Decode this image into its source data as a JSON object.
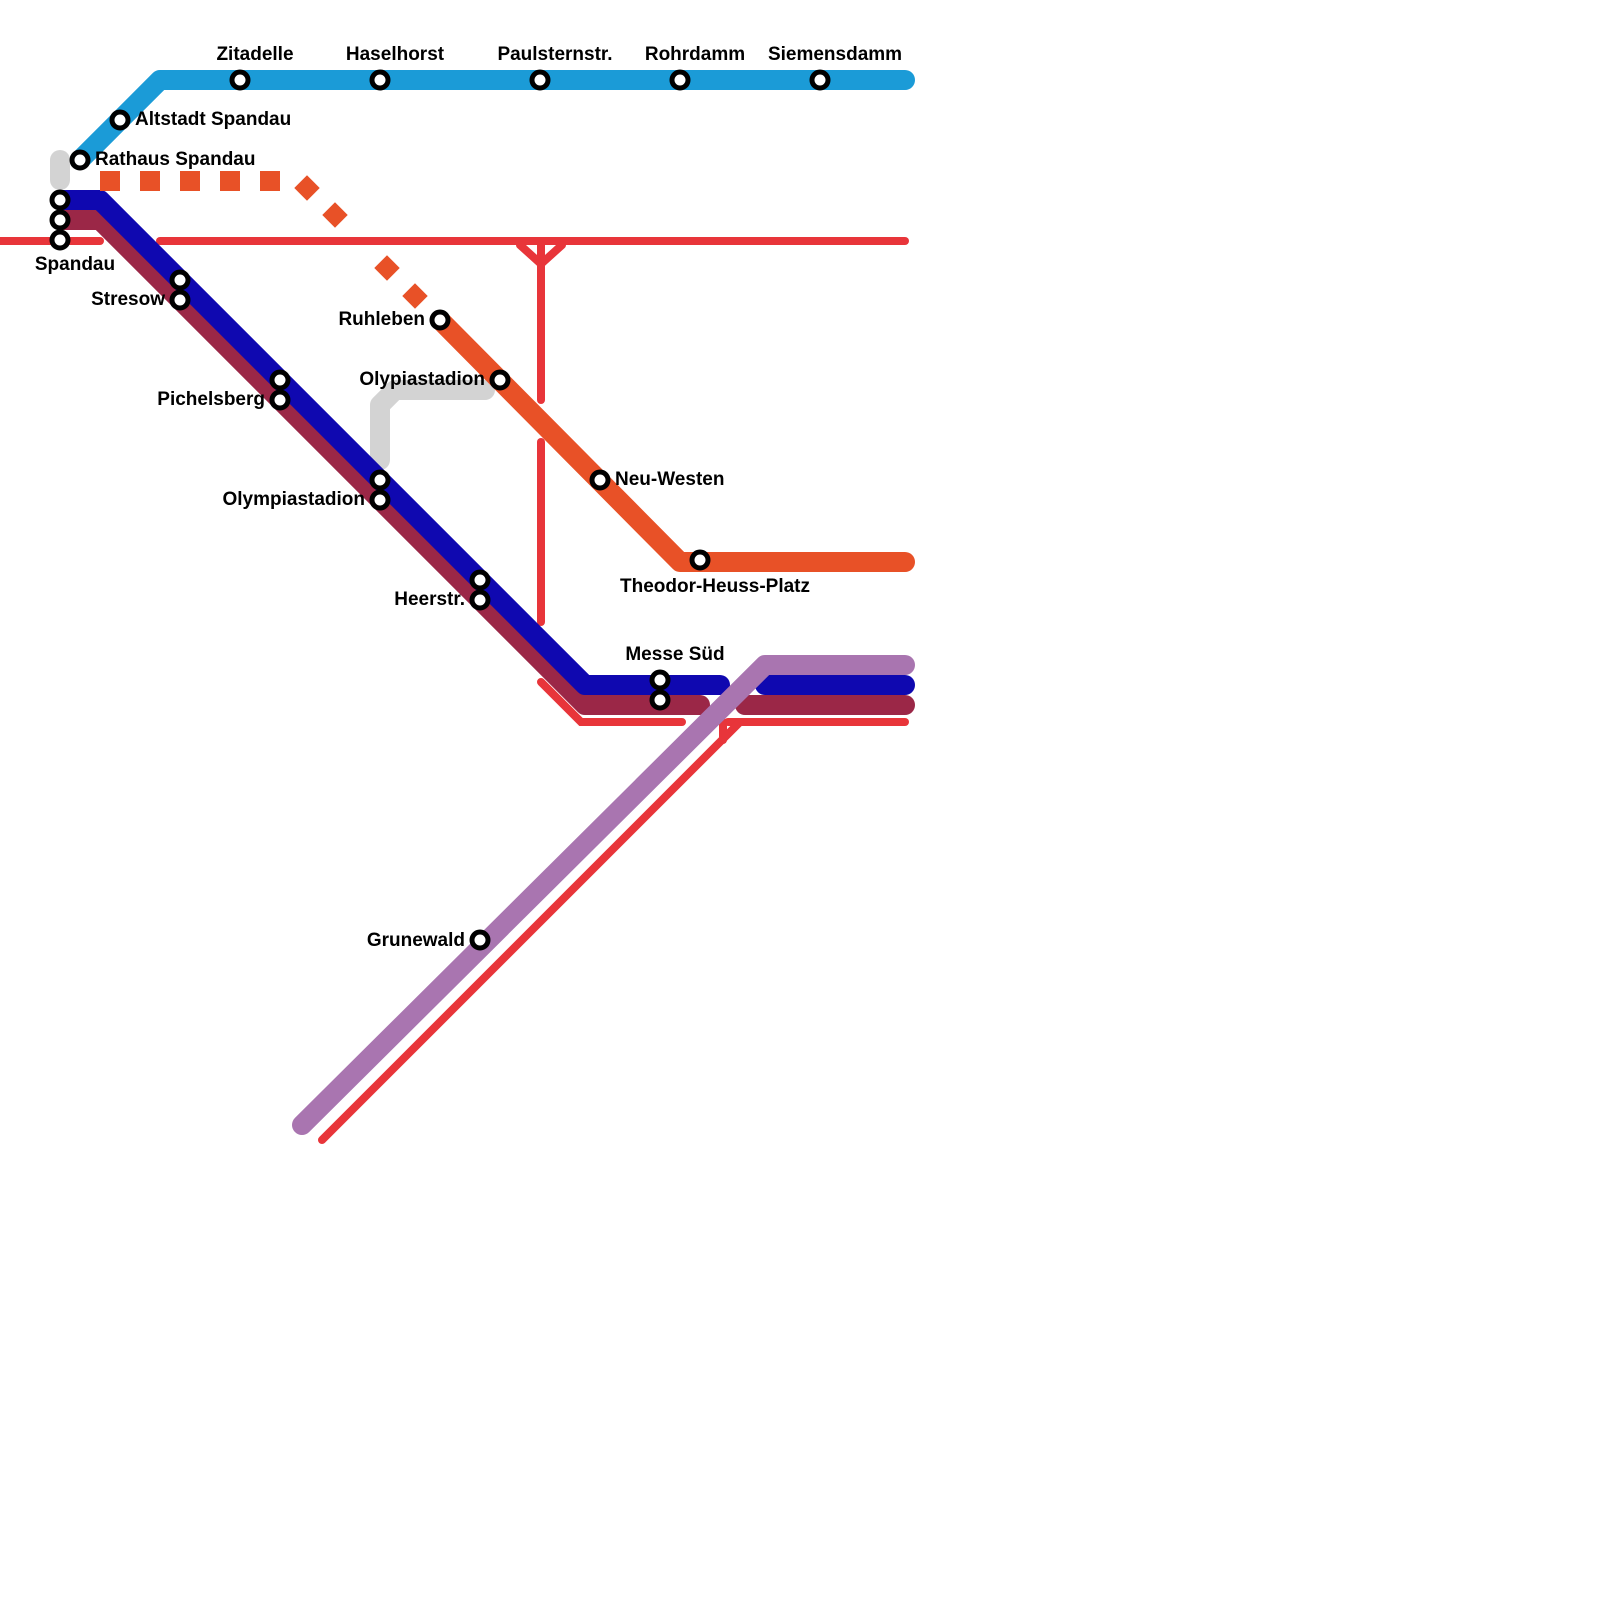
{
  "map": {
    "title": "Spandau transit network",
    "colors": {
      "u7": "#1b9bd7",
      "u2": "#e85127",
      "s9": "#0f08b0",
      "s3": "#9b2747",
      "ring": "#e8353a",
      "s7": "#a975b0",
      "transfer": "#d3d3d3"
    },
    "lines": [
      {
        "id": "u7",
        "color_key": "u7"
      },
      {
        "id": "u2",
        "color_key": "u2"
      },
      {
        "id": "s9",
        "color_key": "s9"
      },
      {
        "id": "s3",
        "color_key": "s3"
      },
      {
        "id": "ring",
        "color_key": "ring"
      },
      {
        "id": "s7",
        "color_key": "s7"
      }
    ],
    "stations": [
      {
        "id": "zitadelle",
        "name": "Zitadelle"
      },
      {
        "id": "haselhorst",
        "name": "Haselhorst"
      },
      {
        "id": "paulsternstr",
        "name": "Paulsternstr."
      },
      {
        "id": "rohrdamm",
        "name": "Rohrdamm"
      },
      {
        "id": "siemensdamm",
        "name": "Siemensdamm"
      },
      {
        "id": "altstadt-spandau",
        "name": "Altstadt Spandau"
      },
      {
        "id": "rathaus-spandau",
        "name": "Rathaus Spandau"
      },
      {
        "id": "spandau",
        "name": "Spandau"
      },
      {
        "id": "stresow",
        "name": "Stresow"
      },
      {
        "id": "pichelsberg",
        "name": "Pichelsberg"
      },
      {
        "id": "olympiastadion-s",
        "name": "Olympiastadion"
      },
      {
        "id": "heerstr",
        "name": "Heerstr."
      },
      {
        "id": "ruhleben",
        "name": "Ruhleben"
      },
      {
        "id": "olympiastadion-u",
        "name": "Olypiastadion"
      },
      {
        "id": "neu-westen",
        "name": "Neu-Westen"
      },
      {
        "id": "theodor-heuss-platz",
        "name": "Theodor-Heuss-Platz"
      },
      {
        "id": "messe-sued",
        "name": "Messe Süd"
      },
      {
        "id": "grunewald",
        "name": "Grunewald"
      }
    ]
  }
}
